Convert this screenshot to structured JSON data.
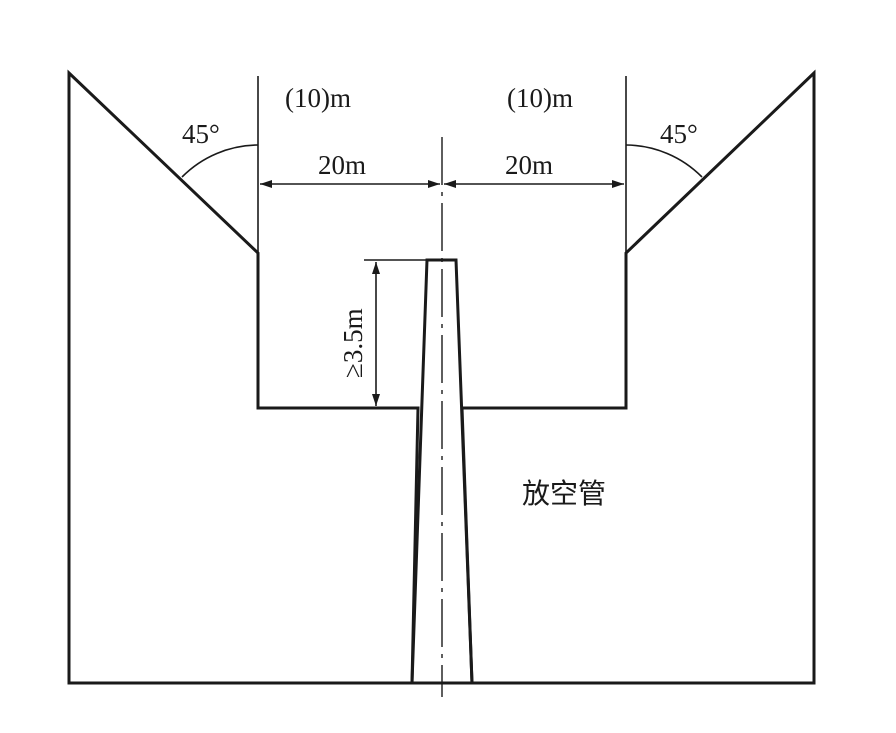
{
  "labels": {
    "left_clearance": "(10)m",
    "right_clearance": "(10)m",
    "left_angle": "45°",
    "right_angle": "45°",
    "left_distance": "20m",
    "right_distance": "20m",
    "height": "≥3.5m",
    "pipe_name": "放空管"
  },
  "colors": {
    "line": "#1a1a1a",
    "background": "#ffffff"
  }
}
